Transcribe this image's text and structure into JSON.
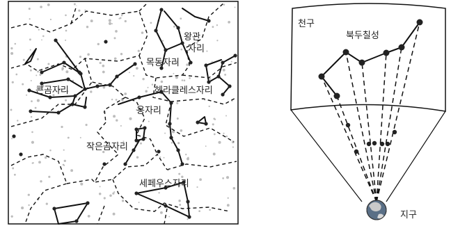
{
  "star_map": {
    "labels": {
      "big_dipper": "큰곰자리",
      "little_dipper": "작은곰자리",
      "draco": "용자리",
      "hercules": "헤라클레스자리",
      "bootes": "목동자리",
      "corona": "왕관자리",
      "cepheus": "세페우스자리"
    }
  },
  "projection": {
    "sky_label": "천구",
    "asterism_label": "북두칠성",
    "earth_label": "지구"
  }
}
